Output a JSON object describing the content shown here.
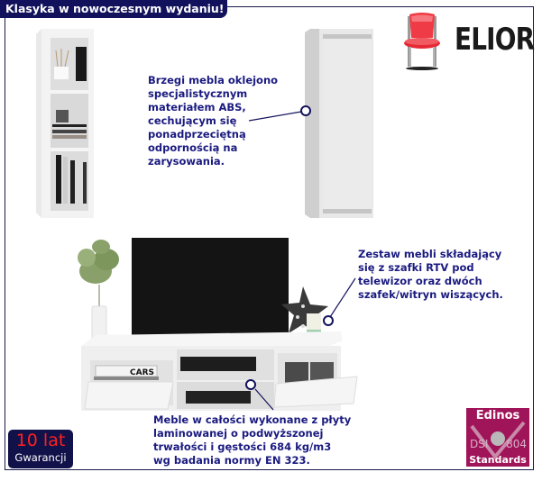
{
  "header": {
    "title": "Klasyka w nowoczesnym wydaniu!"
  },
  "brand": {
    "name": "ELIOR",
    "logo_icon": "red-chair-icon",
    "colors": {
      "chair_red": "#ef3b45",
      "text": "#1a1a1a"
    }
  },
  "callouts": [
    {
      "text": "Brzegi mebla oklejono\nspecjalistycznym\nmateriałem ABS,\ncechującym się\nponadprzeciętną\nodpornością na\nzarysowania."
    },
    {
      "text": "Zestaw mebli składający\nsię z szafki RTV pod\ntelewizor oraz dwóch\nszafek/witryn wiszących."
    },
    {
      "text": "Meble w całości wykonane z płyty\nlaminowanej o podwyższonej\ntrwałości i gęstości 684 kg/m3\nwg badania normy EN 323."
    }
  ],
  "badges": {
    "warranty": {
      "years": "10 lat",
      "label": "Gwarancji"
    },
    "certification": {
      "title": "Edinos",
      "left_mark": "DSI",
      "right_mark": "804",
      "subtitle": "Standards"
    }
  },
  "product_scene": {
    "book_label": "CARS"
  },
  "colors": {
    "navy": "#12125c",
    "callout_text": "#1a1a80",
    "edinos_magenta": "#a0145a",
    "warranty_red": "#ff2020"
  }
}
